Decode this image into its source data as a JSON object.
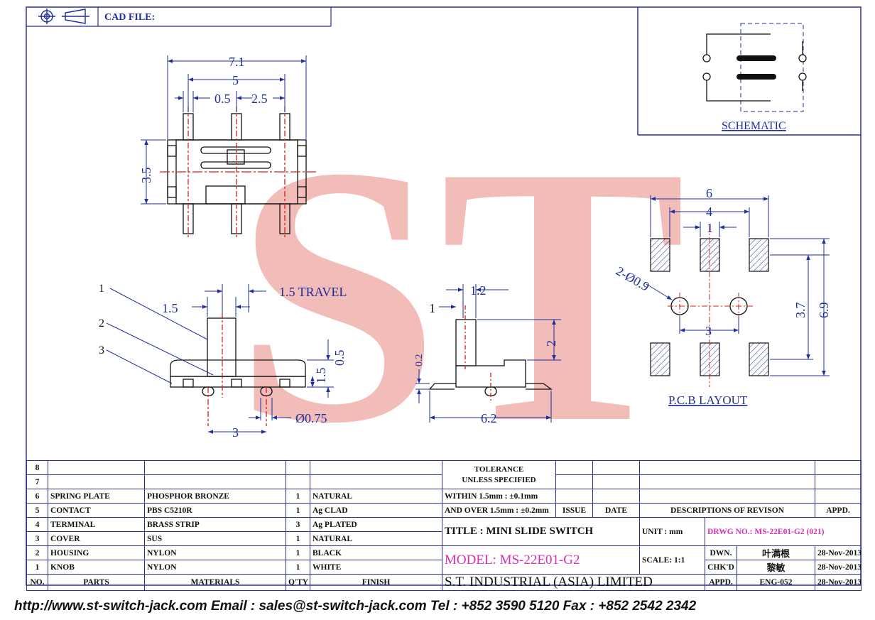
{
  "header": {
    "cad_label": "CAD FILE:"
  },
  "watermark": {
    "text": "ST",
    "color": "#f0b1ad"
  },
  "colors": {
    "frame": "#2b2f8f",
    "dim_blue": "#1f2d9e",
    "center_red": "#d42020",
    "magenta": "#d62fb3"
  },
  "top_view": {
    "dims": {
      "overall": "7.1",
      "pitch_outer": "5",
      "pin_width": "0.5",
      "pitch": "2.5",
      "height": "3.5"
    }
  },
  "side_view": {
    "callouts": [
      "1",
      "2",
      "3"
    ],
    "dims": {
      "knob": "1.5",
      "travel": "1.5  TRAVEL",
      "h1": "1.5",
      "h2": "0.5",
      "peg_dia": "Ø0.75",
      "peg_pitch": "3"
    }
  },
  "end_view": {
    "callout": "1",
    "dims": {
      "knob_w": "1.2",
      "knob_h": "2",
      "lead": "0.2",
      "span": "6.2"
    }
  },
  "schematic": {
    "label": "SCHEMATIC"
  },
  "pcb": {
    "label": "P.C.B  LAYOUT",
    "dims": {
      "w6": "6",
      "w4": "4",
      "w1": "1",
      "hole": "2-Ø0.9",
      "w3": "3",
      "h37": "3.7",
      "h69": "6.9"
    }
  },
  "parts": {
    "rows": [
      {
        "no": "8",
        "part": "",
        "material": "",
        "qty": "",
        "finish": ""
      },
      {
        "no": "7",
        "part": "",
        "material": "",
        "qty": "",
        "finish": ""
      },
      {
        "no": "6",
        "part": "SPRING PLATE",
        "material": "PHOSPHOR BRONZE",
        "qty": "1",
        "finish": "NATURAL"
      },
      {
        "no": "5",
        "part": "CONTACT",
        "material": "PBS C5210R",
        "qty": "1",
        "finish": "Ag CLAD"
      },
      {
        "no": "4",
        "part": "TERMINAL",
        "material": "BRASS STRIP",
        "qty": "3",
        "finish": "Ag PLATED"
      },
      {
        "no": "3",
        "part": "COVER",
        "material": "SUS",
        "qty": "1",
        "finish": "NATURAL"
      },
      {
        "no": "2",
        "part": "HOUSING",
        "material": "NYLON",
        "qty": "1",
        "finish": "BLACK"
      },
      {
        "no": "1",
        "part": "KNOB",
        "material": "NYLON",
        "qty": "1",
        "finish": "WHITE"
      }
    ],
    "headers": {
      "no": "NO.",
      "part": "PARTS",
      "material": "MATERIALS",
      "qty": "Q'TY",
      "finish": "FINISH"
    }
  },
  "title_block": {
    "tolerance": "TOLERANCE",
    "unless": "UNLESS  SPECIFIED",
    "within": "WITHIN  1.5mm : ±0.1mm",
    "over": "AND OVER 1.5mm : ±0.2mm",
    "issue": "ISSUE",
    "date": "DATE",
    "descriptions": "DESCRIPTIONS  OF  REVISON",
    "appd_col": "APPD.",
    "title": "TITLE : MINI SLIDE SWITCH",
    "unit": "UNIT :   mm",
    "drwg": "DRWG NO.: MS-22E01-G2 (021)",
    "model": "MODEL: MS-22E01-G2",
    "scale": "SCALE:  1:1",
    "dwn": "DWN.",
    "dwn_name": "叶满根",
    "dwn_date": "28-Nov-2013",
    "chkd": "CHK'D",
    "chkd_name": "黎敏",
    "chkd_date": "28-Nov-2013",
    "appd": "APPD.",
    "appd_name": "ENG-052",
    "appd_date": "28-Nov-2013",
    "company": "S.T.  INDUSTRIAL  (ASIA)  LIMITED"
  },
  "footer": {
    "text": "http://www.st-switch-jack.com  Email : sales@st-switch-jack.com  Tel : +852 3590 5120  Fax : +852 2542 2342"
  }
}
